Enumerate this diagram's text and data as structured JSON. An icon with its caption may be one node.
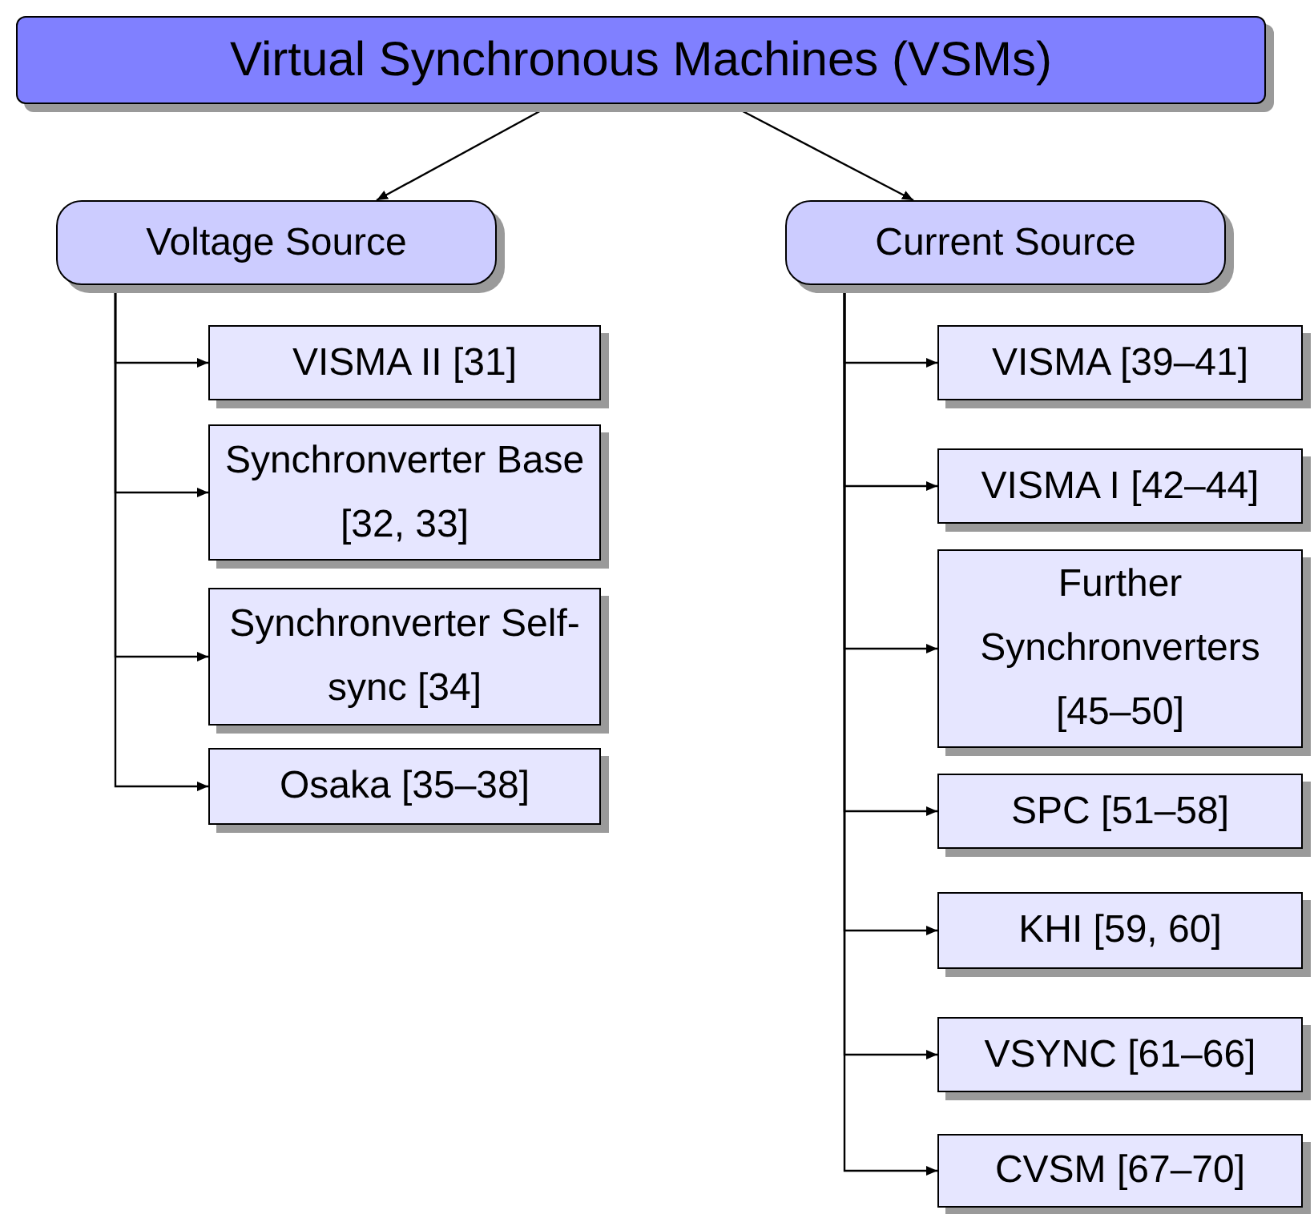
{
  "diagram": {
    "nodes": [
      {
        "text": [
          "Virtual Synchronous Machines (VSMs)"
        ]
      },
      {
        "text": [
          "Voltage Source"
        ]
      },
      {
        "text": [
          "VISMA II [31]"
        ]
      },
      {
        "text": [
          "Synchronverter Base [32, 33]"
        ]
      },
      {
        "text": [
          "Synchronverter Self-sync [34]"
        ]
      },
      {
        "text": [
          "Osaka [35–38]"
        ]
      },
      {
        "text": [
          "Current Source"
        ]
      },
      {
        "text": [
          "VISMA [39–41]"
        ]
      },
      {
        "text": [
          "VISMA I [42–44]"
        ]
      },
      {
        "text": [
          "Further Synchronverters [45–50]"
        ]
      },
      {
        "text": [
          "SPC [51–58]"
        ]
      },
      {
        "text": [
          "KHI [59, 60]"
        ]
      },
      {
        "text": [
          "VSYNC [61–66]"
        ]
      },
      {
        "text": [
          "CVSM [67–70]"
        ]
      }
    ],
    "edges": [
      {
        "from": 0,
        "to": 1,
        "arrow": "to"
      },
      {
        "from": 0,
        "to": 6,
        "arrow": "to"
      },
      {
        "from": 1,
        "to": 2,
        "arrow": "to"
      },
      {
        "from": 1,
        "to": 3,
        "arrow": "to"
      },
      {
        "from": 1,
        "to": 4,
        "arrow": "to"
      },
      {
        "from": 1,
        "to": 5,
        "arrow": "to"
      },
      {
        "from": 6,
        "to": 7,
        "arrow": "to"
      },
      {
        "from": 6,
        "to": 8,
        "arrow": "to"
      },
      {
        "from": 6,
        "to": 9,
        "arrow": "to"
      },
      {
        "from": 6,
        "to": 10,
        "arrow": "to"
      },
      {
        "from": 6,
        "to": 11,
        "arrow": "to"
      },
      {
        "from": 6,
        "to": 12,
        "arrow": "to"
      },
      {
        "from": 6,
        "to": 13,
        "arrow": "to"
      }
    ]
  }
}
